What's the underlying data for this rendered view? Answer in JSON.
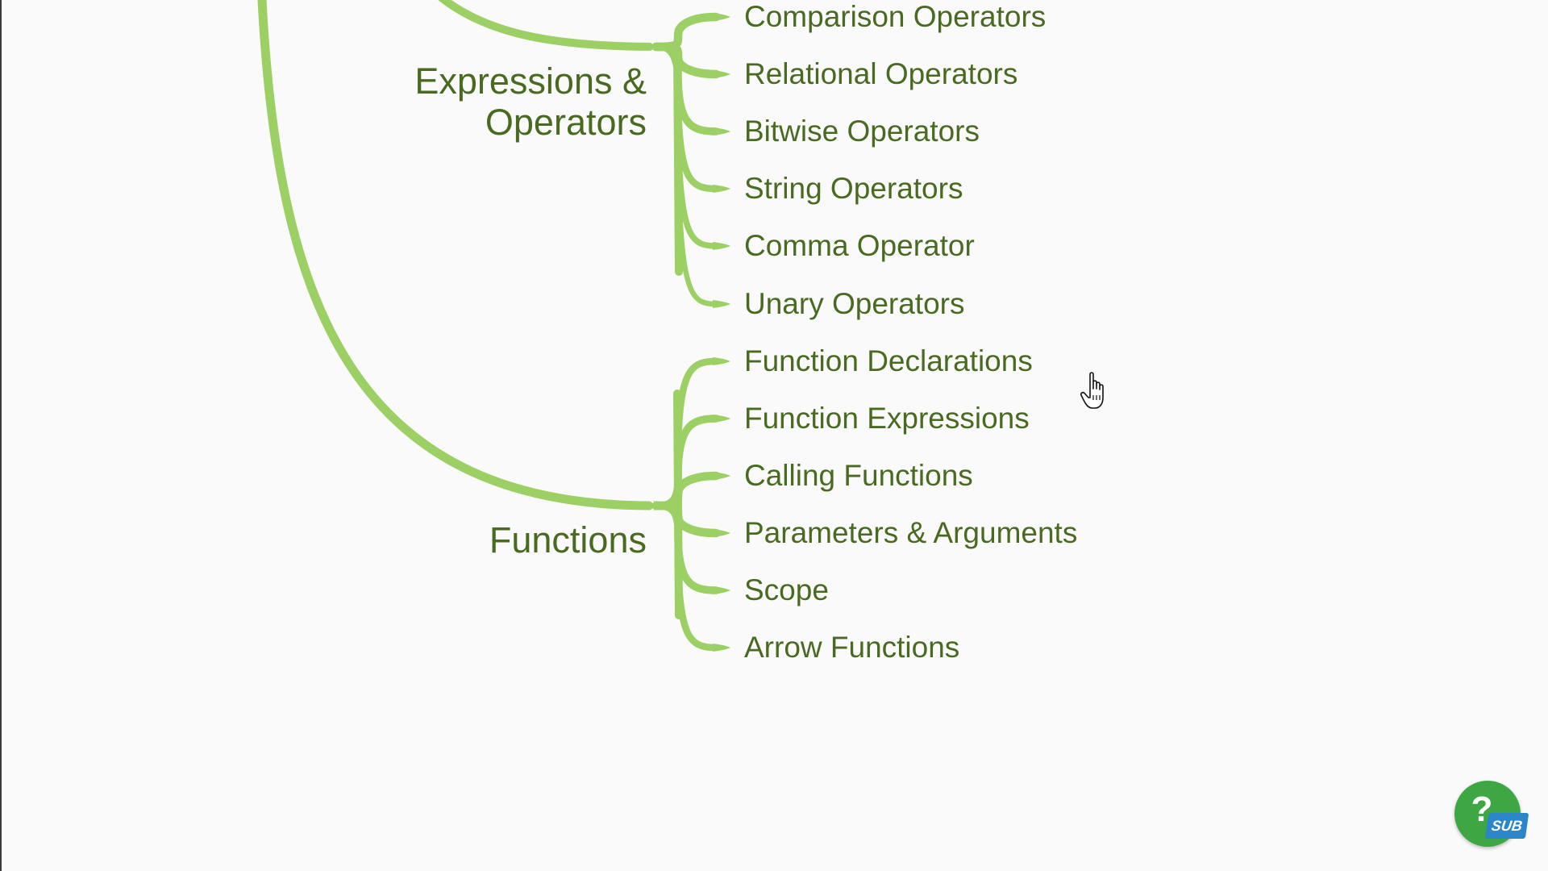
{
  "colors": {
    "branch_green": "#9ccf64",
    "label_text": "#4a6a22",
    "background": "#fafafa",
    "help_badge": "#3ea743",
    "sub_tag": "#2a86c9"
  },
  "branches": [
    {
      "label": "Expressions &\nOperators",
      "children": [
        "Comparison Operators",
        "Relational Operators",
        "Bitwise Operators",
        "String Operators",
        "Comma Operator",
        "Unary Operators"
      ]
    },
    {
      "label": "Functions",
      "children": [
        "Function Declarations",
        "Function Expressions",
        "Calling Functions",
        "Parameters & Arguments",
        "Scope",
        "Arrow Functions"
      ]
    }
  ],
  "cursor": {
    "icon": "hand-pointer-icon"
  },
  "help_widget": {
    "mark": "?",
    "tag": "SUB",
    "icon": "help-icon"
  }
}
